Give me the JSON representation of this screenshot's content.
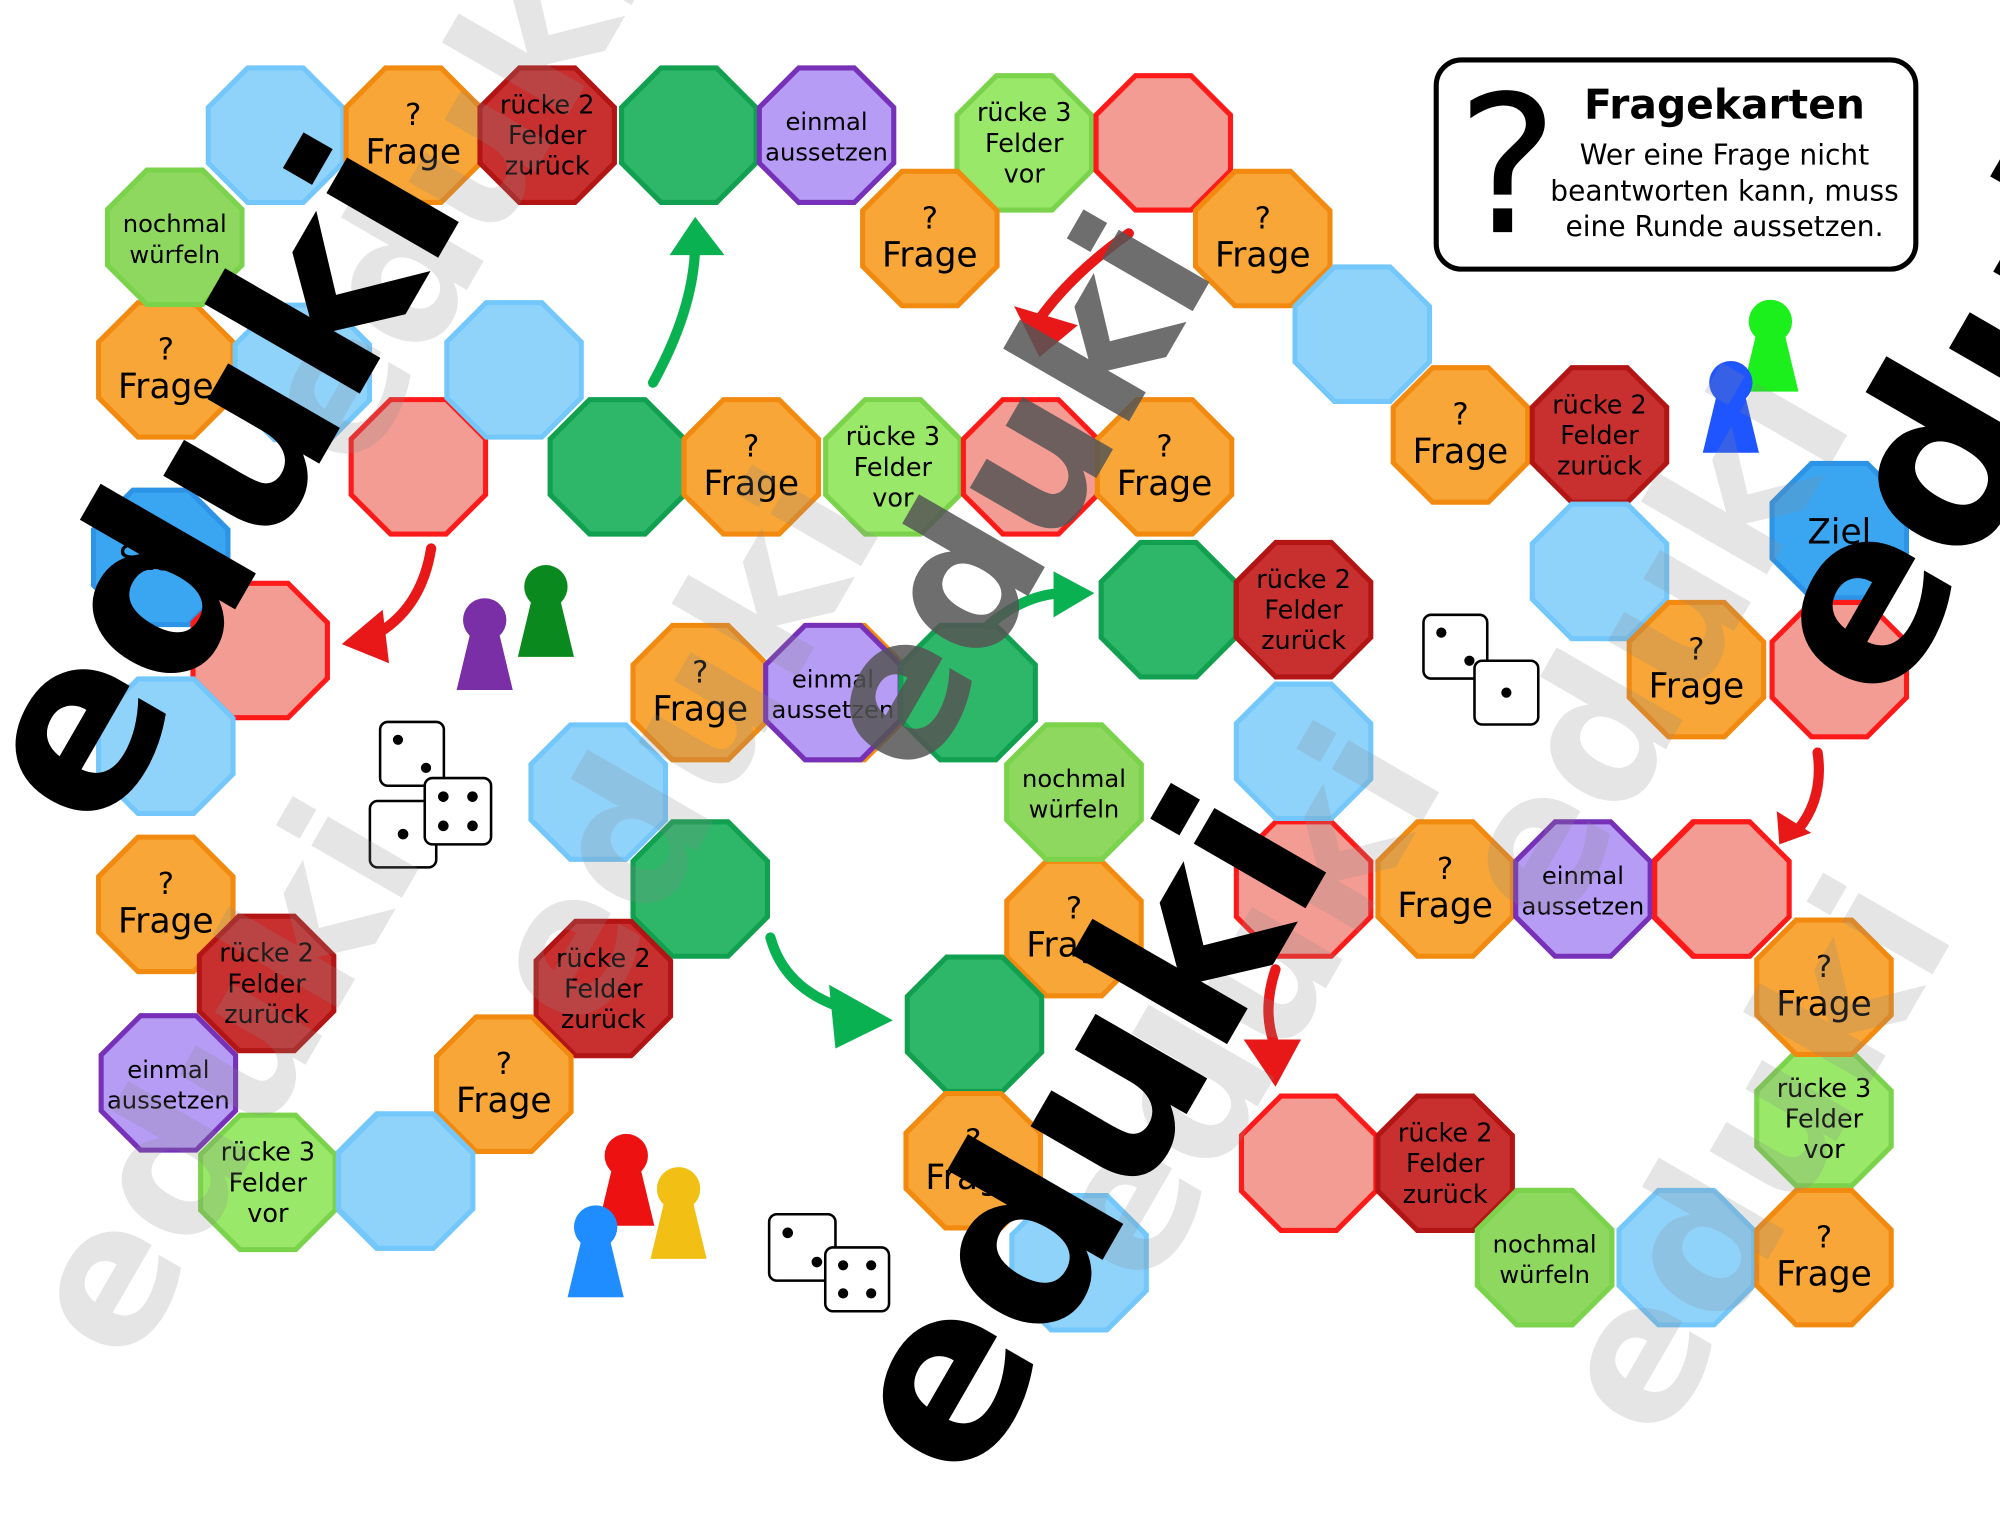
{
  "labels": {
    "frage_q": "?",
    "frage": "Frage",
    "back2": [
      "rücke 2",
      "Felder",
      "zurück"
    ],
    "fwd3": [
      "rücke 3",
      "Felder",
      "vor"
    ],
    "skip": [
      "einmal",
      "aussetzen"
    ],
    "roll": [
      "nochmal",
      "würfeln"
    ],
    "start": "Start",
    "ziel": "Ziel"
  },
  "legend": {
    "symbol": "?",
    "title": "Fragekarten",
    "text": [
      "Wer eine Frage nicht",
      "beantworten kann, muss",
      "eine Runde aussetzen."
    ]
  },
  "watermark": "eduki",
  "colors": {
    "blue": "#8fd3fb",
    "orange": "#f7a637",
    "red": "#c83030",
    "green": "#2eb669",
    "purple": "#b69cf5",
    "lime": "#99e86a",
    "salmon": "#f39c93",
    "start": "#3aa6f2",
    "arrow_red": "#e81818",
    "arrow_green": "#09b151",
    "piece_purple": "#7a2fa6",
    "piece_green": "#0a8a1e",
    "piece_blue": "#1f55ff",
    "piece_lime": "#1cf01c",
    "piece_red": "#ee1111",
    "piece_cyan": "#1f8cff",
    "piece_yellow": "#f2bf14"
  },
  "fields": [
    {
      "type": "blue"
    },
    {
      "type": "orange"
    },
    {
      "type": "red"
    },
    {
      "type": "green"
    },
    {
      "type": "purple"
    },
    {
      "type": "lime"
    },
    {
      "type": "salmon"
    },
    {
      "type": "orange"
    },
    {
      "type": "orange"
    },
    {
      "type": "lime"
    },
    {
      "type": "orange"
    },
    {
      "type": "blue"
    },
    {
      "type": "salmon"
    },
    {
      "type": "start"
    },
    {
      "type": "blue"
    },
    {
      "type": "salmon"
    },
    {
      "type": "green"
    },
    {
      "type": "orange"
    },
    {
      "type": "lime"
    },
    {
      "type": "salmon"
    },
    {
      "type": "orange"
    },
    {
      "type": "blue"
    },
    {
      "type": "orange"
    },
    {
      "type": "red"
    },
    {
      "type": "start_ziel"
    },
    {
      "type": "blue"
    },
    {
      "type": "salmon"
    },
    {
      "type": "blue"
    },
    {
      "type": "orange"
    },
    {
      "type": "orange"
    },
    {
      "type": "orange"
    },
    {
      "type": "purple"
    },
    {
      "type": "green"
    },
    {
      "type": "green"
    },
    {
      "type": "red"
    },
    {
      "type": "salmon"
    },
    {
      "type": "blue"
    },
    {
      "type": "lime"
    },
    {
      "type": "blue"
    },
    {
      "type": "salmon"
    },
    {
      "type": "green"
    },
    {
      "type": "orange"
    },
    {
      "type": "red"
    },
    {
      "type": "orange"
    },
    {
      "type": "purple"
    },
    {
      "type": "salmon"
    },
    {
      "type": "red"
    },
    {
      "type": "purple"
    },
    {
      "type": "orange"
    },
    {
      "type": "blue"
    },
    {
      "type": "green"
    },
    {
      "type": "orange"
    },
    {
      "type": "orange"
    },
    {
      "type": "lime"
    },
    {
      "type": "lime"
    },
    {
      "type": "blue"
    },
    {
      "type": "blue"
    },
    {
      "type": "orange"
    },
    {
      "type": "salmon"
    },
    {
      "type": "red"
    },
    {
      "type": "lime"
    },
    {
      "type": "blue"
    },
    {
      "type": "orange"
    }
  ]
}
